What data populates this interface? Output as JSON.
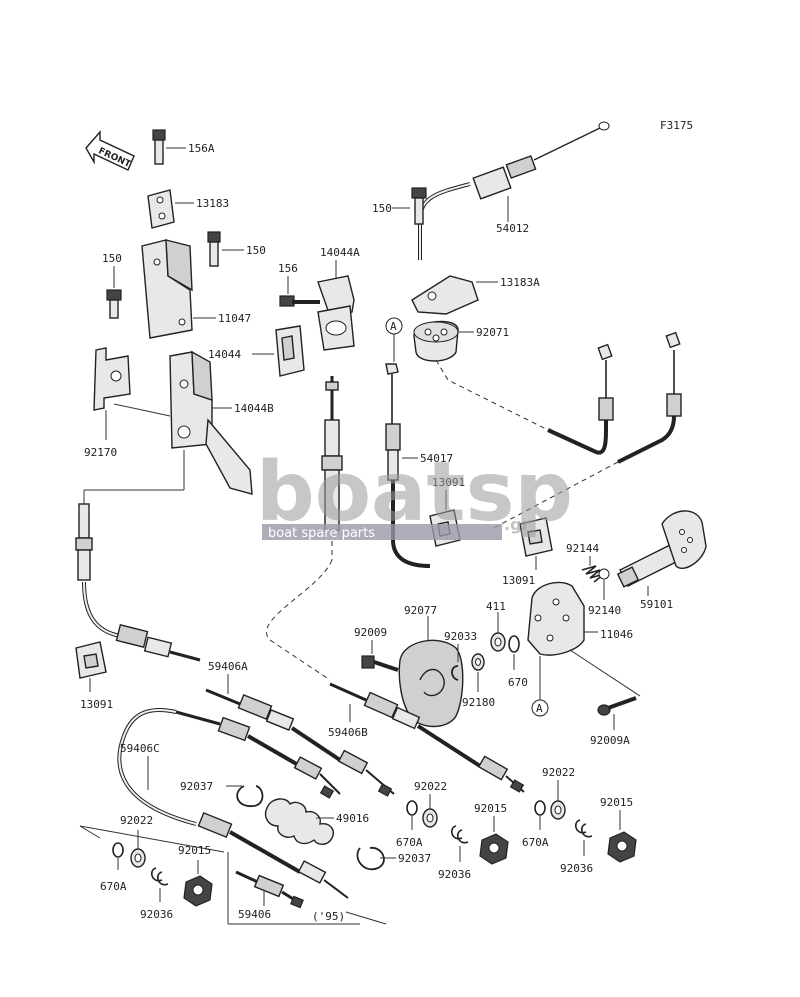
{
  "figure_code": "F3175",
  "front_arrow": "FRONT",
  "watermark": {
    "logo": "boatsp",
    "domain": ".gr",
    "tagline": "boat spare parts"
  },
  "callouts": {
    "A": "A"
  },
  "labels": {
    "l156A": "156A",
    "l13183": "13183",
    "l150a": "150",
    "l150b": "150",
    "l150c": "150",
    "l11047": "11047",
    "l156": "156",
    "l14044A": "14044A",
    "l14044": "14044",
    "l14044B": "14044B",
    "l92170": "92170",
    "l54012": "54012",
    "l13183A": "13183A",
    "l92071": "92071",
    "l54017": "54017",
    "l13091a": "13091",
    "l13091b": "13091",
    "l13091c": "13091",
    "l92144": "92144",
    "l92140": "92140",
    "l59101": "59101",
    "l92077": "92077",
    "l411": "411",
    "l92009": "92009",
    "l92033": "92033",
    "l11046": "11046",
    "l670": "670",
    "l92180": "92180",
    "l92009A": "92009A",
    "l59406A": "59406A",
    "l59406B": "59406B",
    "l59406C": "59406C",
    "l92037a": "92037",
    "l92037b": "92037",
    "l49016": "49016",
    "l92022a": "92022",
    "l92022b": "92022",
    "l92022c": "92022",
    "l92015a": "92015",
    "l92015b": "92015",
    "l92015c": "92015",
    "l670Aa": "670A",
    "l670Ab": "670A",
    "l670Ac": "670A",
    "l92036a": "92036",
    "l92036b": "92036",
    "l92036c": "92036",
    "l59406": "59406",
    "l95": "('95)"
  }
}
